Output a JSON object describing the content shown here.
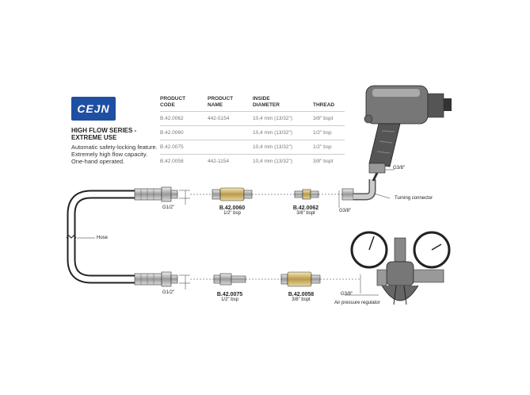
{
  "logo_text": "CEJN",
  "series": {
    "line1": "HIGH FLOW SERIES -",
    "line2": "EXTREME USE"
  },
  "features": [
    "Automatic safety-locking feature.",
    "Extremely high flow capacity.",
    "One-hand operated."
  ],
  "table": {
    "headers": [
      {
        "l1": "PRODUCT",
        "l2": "CODE"
      },
      {
        "l1": "PRODUCT",
        "l2": "NAME"
      },
      {
        "l1": "INSIDE",
        "l2": "DIAMETER"
      },
      {
        "l1": "",
        "l2": "THREAD"
      }
    ],
    "rows": [
      [
        "B.42.0062",
        "442-5154",
        "10,4 mm (13/32\")",
        "3/8\" bspt"
      ],
      [
        "B.42.0060",
        "",
        "10,4 mm (13/32\")",
        "1/2\" bsp"
      ],
      [
        "B.42.0075",
        "",
        "10,4 mm (13/32\")",
        "1/2\" bsp"
      ],
      [
        "B.42.0058",
        "442-1154",
        "10,4 mm (13/32\")",
        "3/8\" bspt"
      ]
    ]
  },
  "labels": {
    "hose": "Hose",
    "turning_connector": "Turning connector",
    "air_regulator": "Air pressure regulator",
    "g12_top": "G1/2\"",
    "g12_bottom": "G1/2\"",
    "g38_wrench": "G3/8\"",
    "g38_connector": "G3/8\"",
    "g38_regulator": "G3/8\""
  },
  "parts": {
    "top_coupling": {
      "code": "B.42.0060",
      "thread": "1/2\" bsp"
    },
    "top_nipple": {
      "code": "B.42.0062",
      "thread": "3/8\" bspt"
    },
    "bottom_nipple": {
      "code": "B.42.0075",
      "thread": "1/2\" bsp"
    },
    "bottom_coupling": {
      "code": "B.42.0058",
      "thread": "3/8\" bspt"
    }
  }
}
